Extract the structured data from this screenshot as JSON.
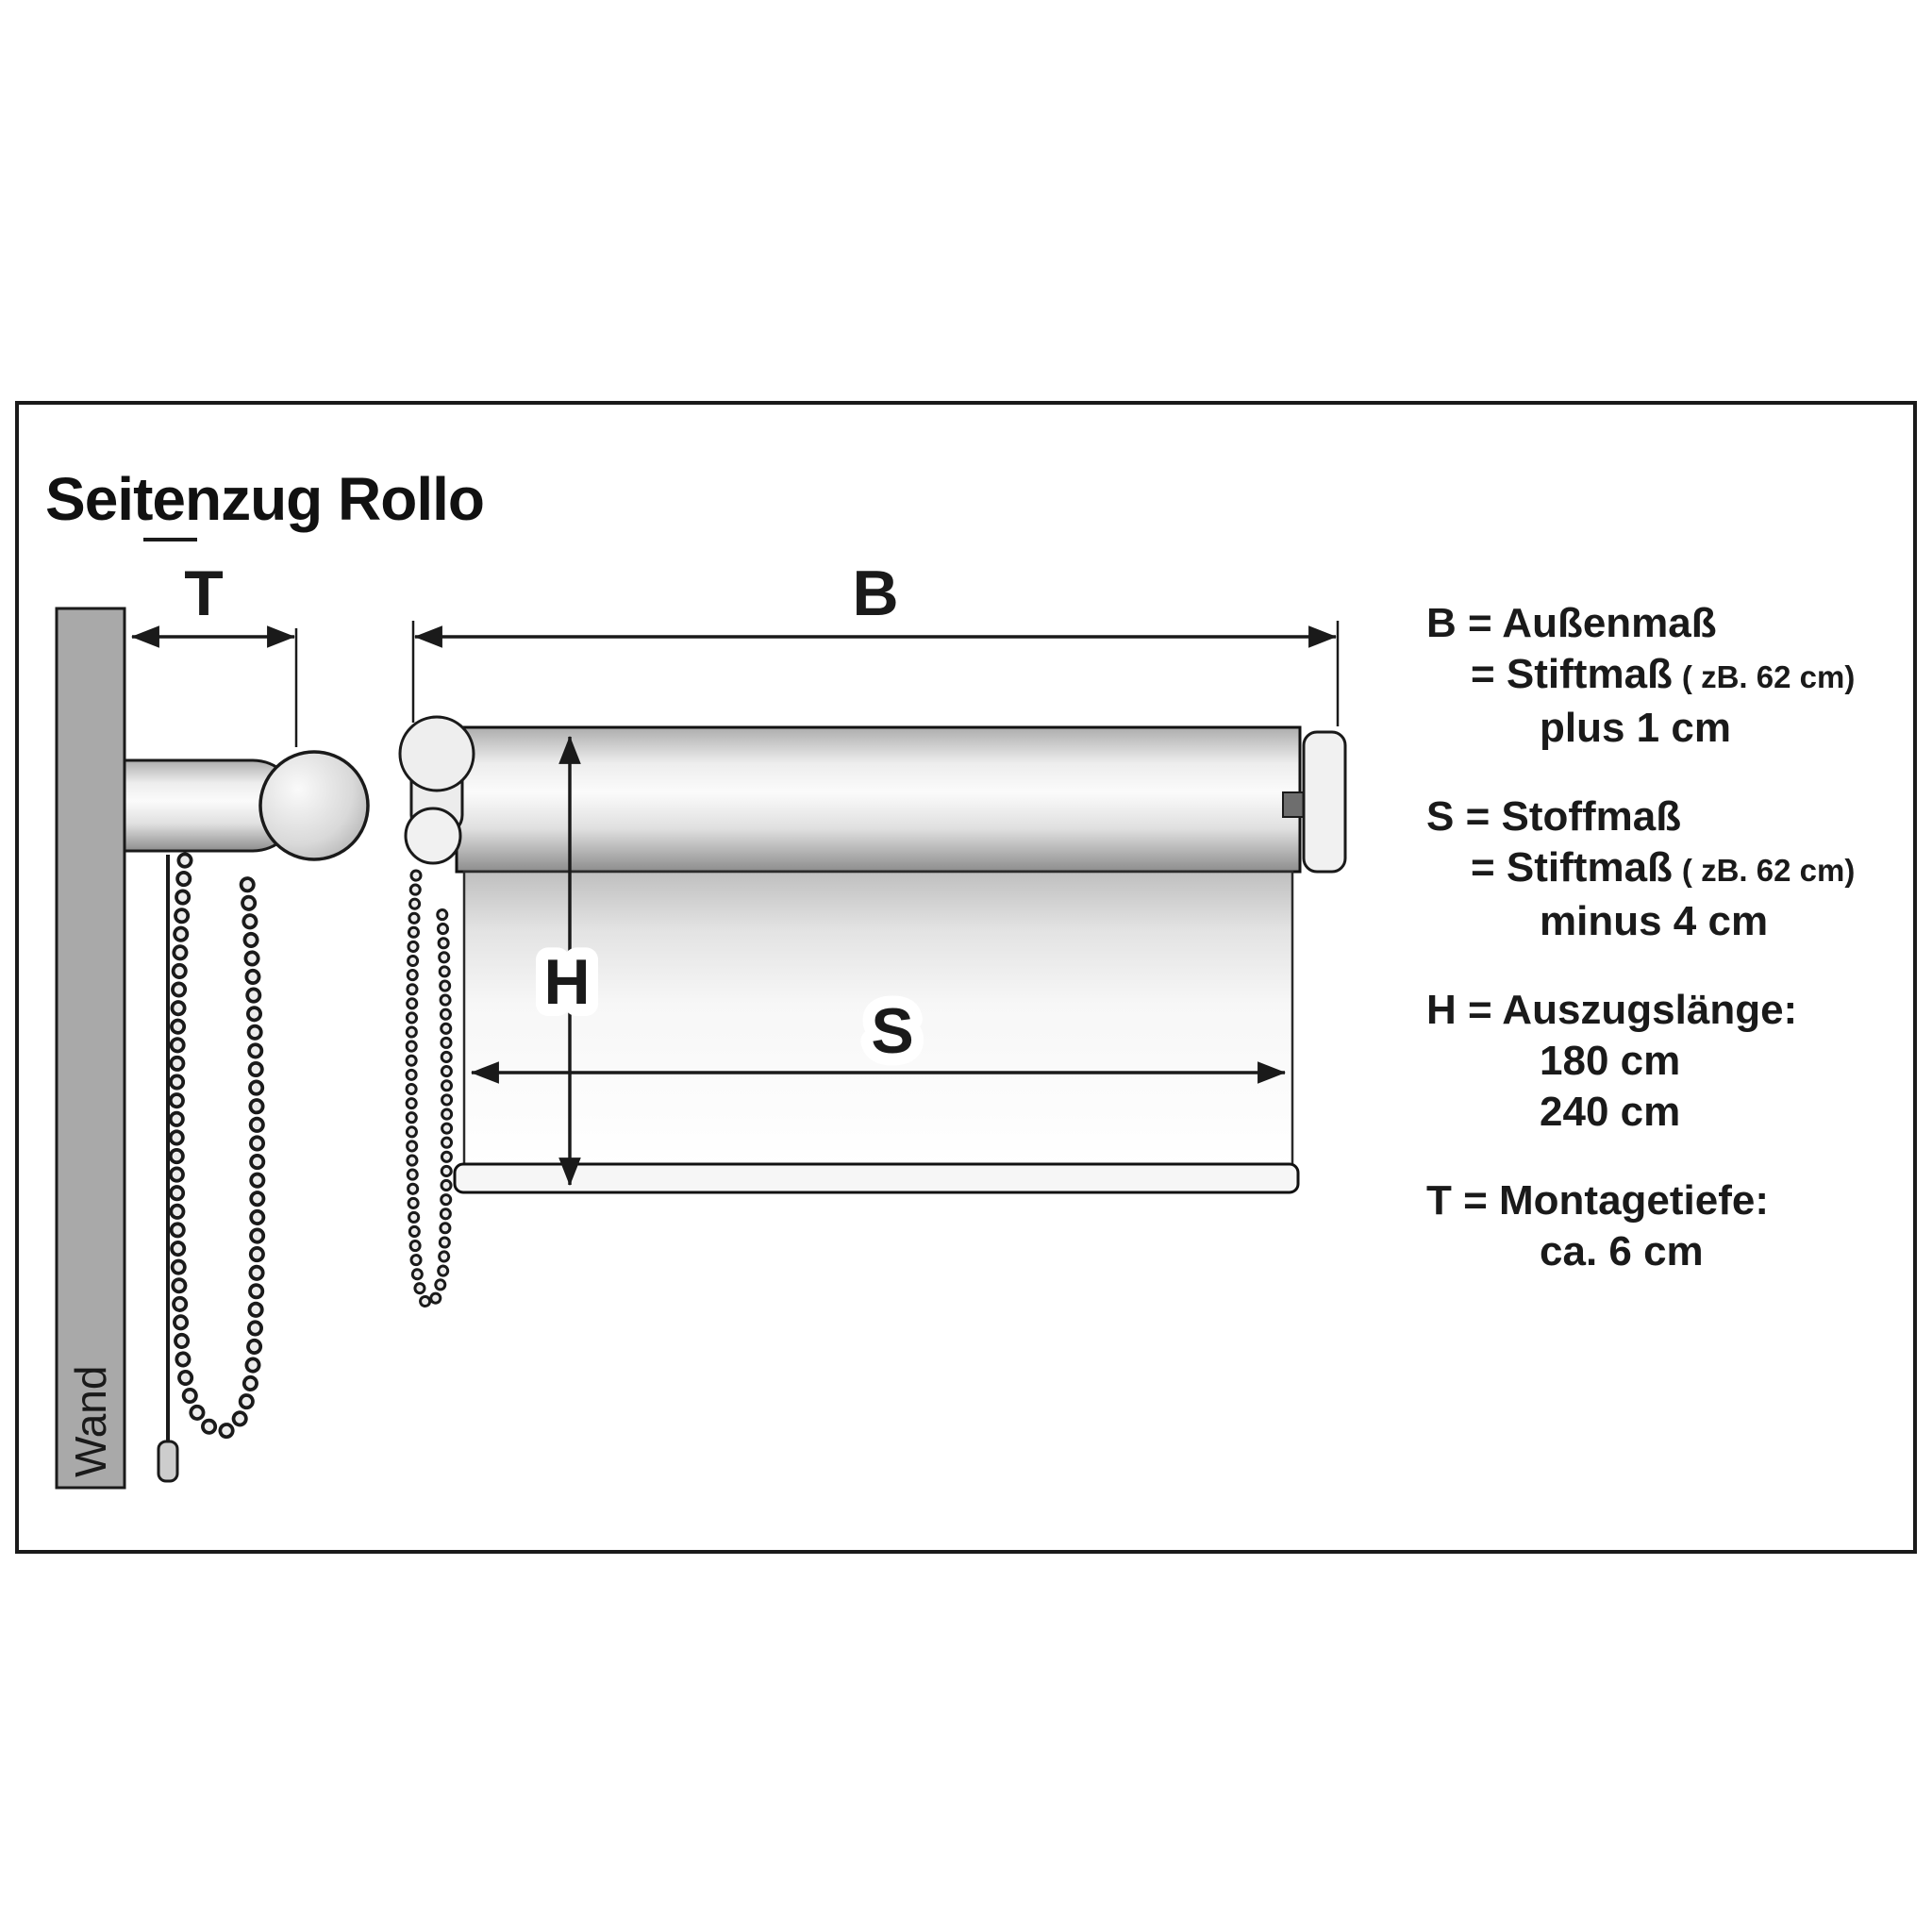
{
  "title": "Seitenzug Rollo",
  "diagram": {
    "wall_label": "Wand",
    "labels": {
      "t": "T",
      "b": "B",
      "h": "H",
      "s": "S"
    }
  },
  "legend": {
    "b": {
      "line1": "B = Außenmaß",
      "line2": "= Stiftmaß",
      "line2_small": "( zB. 62 cm)",
      "line3": "plus 1 cm"
    },
    "s": {
      "line1": "S = Stoffmaß",
      "line2": "= Stiftmaß",
      "line2_small": "( zB. 62 cm)",
      "line3": "minus 4 cm"
    },
    "h": {
      "line1": "H = Auszugslänge:",
      "line2": "180 cm",
      "line3": "240 cm"
    },
    "t": {
      "line1": "T = Montagetiefe:",
      "line2": "ca. 6 cm"
    }
  },
  "colors": {
    "ink": "#1a1a1a",
    "wall_gray": "#a9a9a9"
  }
}
